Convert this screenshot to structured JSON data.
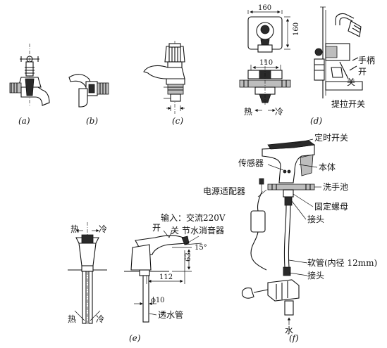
{
  "captions": {
    "a": "(a)",
    "b": "(b)",
    "c": "(c)",
    "d": "(d)",
    "e": "(e)",
    "f": "(f)"
  },
  "fig_d": {
    "dim_width": "160",
    "dim_height": "160",
    "dim_110": "110",
    "hot": "热",
    "cold": "冷",
    "handle": "手柄",
    "open": "开",
    "close": "关",
    "pull_switch": "提拉开关"
  },
  "fig_e": {
    "input": "输入：交流220V",
    "open": "开",
    "close": "关",
    "muffler": "节水消音器",
    "angle": "15°",
    "dim_63": "63",
    "dim_112": "112",
    "dim_phi10": "ϕ10",
    "tube": "透水管",
    "hot_top": "热",
    "cold_top": "冷",
    "hot_bottom": "热",
    "cold_bottom": "冷"
  },
  "fig_f": {
    "timer_switch": "定时开关",
    "sensor": "传感器",
    "body": "本体",
    "power_adapter": "电源适配器",
    "wash_basin": "洗手池",
    "fixing_nut": "固定螺母",
    "joint_top": "接头",
    "hose": "软管(内径 12mm)",
    "joint_bottom": "接头",
    "water": "水"
  }
}
